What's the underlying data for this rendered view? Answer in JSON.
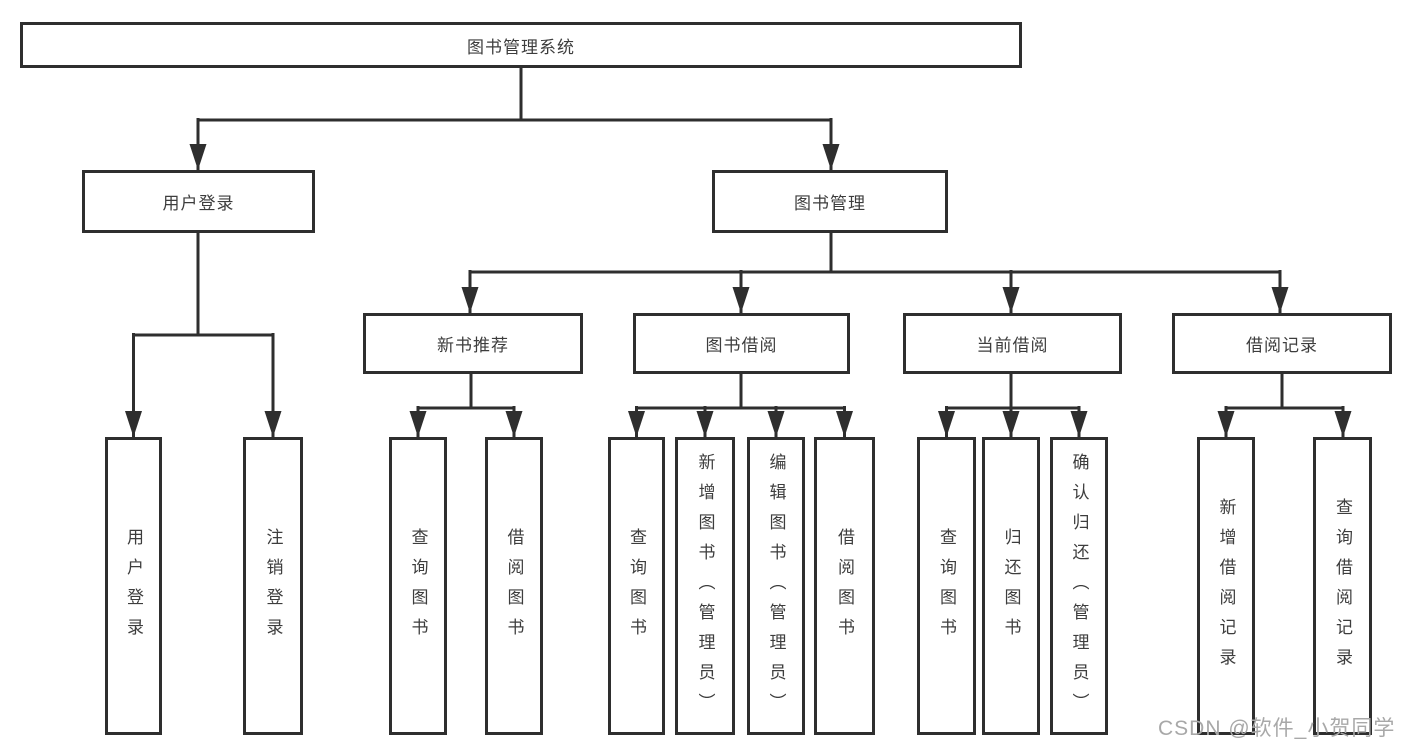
{
  "tree": {
    "label": "图书管理系统",
    "children": [
      {
        "label": "用户登录",
        "children": [
          {
            "label": "用户登录"
          },
          {
            "label": "注销登录"
          }
        ]
      },
      {
        "label": "图书管理",
        "children": [
          {
            "label": "新书推荐",
            "children": [
              {
                "label": "查询图书"
              },
              {
                "label": "借阅图书"
              }
            ]
          },
          {
            "label": "图书借阅",
            "children": [
              {
                "label": "查询图书"
              },
              {
                "label": "新增图书（管理员）"
              },
              {
                "label": "编辑图书（管理员）"
              },
              {
                "label": "借阅图书"
              }
            ]
          },
          {
            "label": "当前借阅",
            "children": [
              {
                "label": "查询图书"
              },
              {
                "label": "归还图书"
              },
              {
                "label": "确认归还（管理员）"
              }
            ]
          },
          {
            "label": "借阅记录",
            "children": [
              {
                "label": "新增借阅记录"
              },
              {
                "label": "查询借阅记录"
              }
            ]
          }
        ]
      }
    ]
  },
  "watermark": {
    "text": "CSDN @软件_小贺同学"
  },
  "colors": {
    "line": "#2e2e2e",
    "text": "#3d3d3d",
    "watermark": "#a8a8a8",
    "background": "#ffffff"
  }
}
